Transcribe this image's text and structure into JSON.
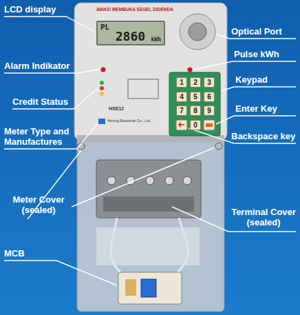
{
  "diagram": {
    "nodes": [
      {
        "text": [
          "PL",
          "2860",
          "kWh"
        ]
      },
      {
        "text": [
          "1"
        ]
      },
      {
        "text": [
          "2"
        ]
      },
      {
        "text": [
          "3"
        ]
      },
      {
        "text": [
          "4"
        ]
      },
      {
        "text": [
          "5"
        ]
      },
      {
        "text": [
          "6"
        ]
      },
      {
        "text": [
          "7"
        ]
      },
      {
        "text": [
          "8"
        ]
      },
      {
        "text": [
          "9"
        ]
      },
      {
        "text": [
          "0"
        ]
      }
    ],
    "labels": [
      "AWAS! MEMBUKA SEGEL DIDENDA",
      "LCD display",
      "Alarm Indikator",
      "Credit Status",
      "Meter Type and Manufactures",
      "Meter Cover (sealed)",
      "MCB",
      "Optical Port",
      "Pulse kWh",
      "Keypad",
      "Enter Key",
      "Backspace key",
      "Terminal Cover (sealed)",
      "HXE12",
      "Hexing Electrical Co., Ltd."
    ]
  }
}
